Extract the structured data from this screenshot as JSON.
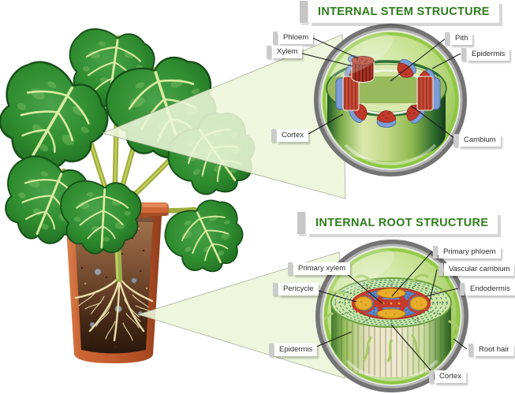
{
  "stem_section": {
    "title": "INTERNAL STEM STRUCTURE",
    "labels": {
      "phloem": "Phloem",
      "xylem": "Xylem",
      "pith": "Pith",
      "epidermis": "Epidermis",
      "cortex": "Cortex",
      "cambium": "Cambium"
    }
  },
  "root_section": {
    "title": "INTERNAL ROOT STRUCTURE",
    "labels": {
      "primary_phloem": "Primary phloem",
      "primary_xylem": "Primary xylem",
      "vascular_cambium": "Vascular cambium",
      "pericycle": "Pericycle",
      "endodermis": "Endodermis",
      "epidermis": "Epidermis",
      "root_hair": "Root hair",
      "cortex": "Cortex"
    }
  },
  "colors": {
    "header_text_green": "#2e7d1b",
    "magnifier_rim_gray": "#747474",
    "magnifier_fill_green": "#aed46e",
    "xylem_red": "#c64b36",
    "phloem_blue": "#7b9cd4",
    "stele_blue": "#5b8cc8",
    "xylem_pole_yellow": "#e8ad2b",
    "endodermis_red": "#c63a2a",
    "leaf_green": "#2e8b2e",
    "leaf_vein": "#d9eba2",
    "pot_terracotta": "#c45c2c",
    "soil_brown": "#6b452a",
    "beam_green": "#ecf6d8"
  }
}
